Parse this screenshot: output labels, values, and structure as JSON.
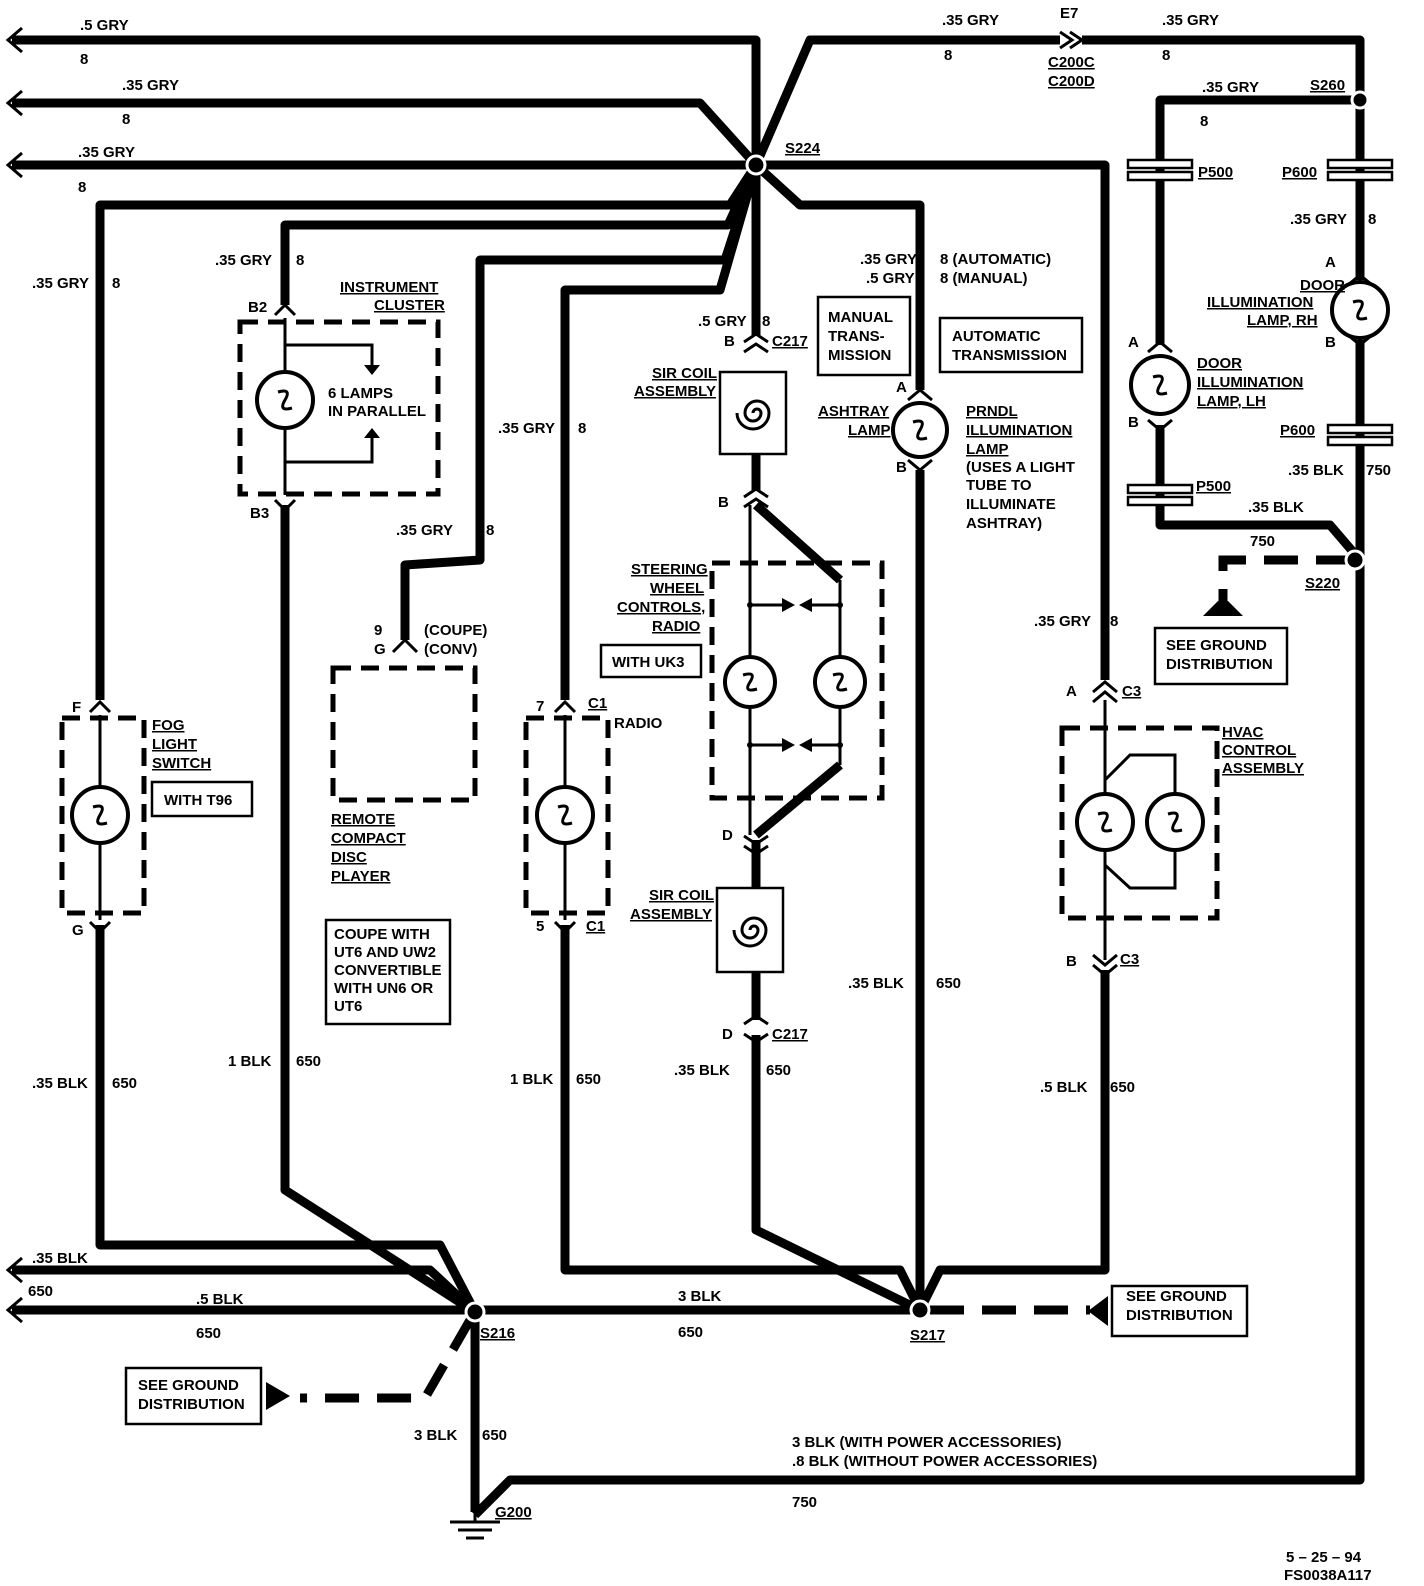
{
  "splices": {
    "s224": "S224",
    "s216": "S216",
    "s217": "S217",
    "s220": "S220",
    "s260": "S260",
    "g200": "G200"
  },
  "wires": {
    "top1_gauge": ".5 GRY",
    "top1_circuit": "8",
    "top2_gauge": ".35 GRY",
    "top2_circuit": "8",
    "top3_gauge": ".35 GRY",
    "top3_circuit": "8",
    "tr_left_gauge": ".35 GRY",
    "tr_left_circuit": "8",
    "tr_right_gauge": ".35 GRY",
    "tr_right_circuit": "8",
    "s260_left_gauge": ".35 GRY",
    "s260_left_circuit": "8",
    "p600_gauge": ".35 GRY",
    "p600_circuit": "8",
    "fog_gauge": ".35 GRY",
    "fog_circuit": "8",
    "cluster_gauge": ".35 GRY",
    "cluster_circuit": "8",
    "radio_gauge": ".35 GRY",
    "radio_circuit": "8",
    "cd_gauge": ".35  GRY",
    "cd_circuit": "8",
    "c217_gauge": ".5 GRY",
    "c217_circuit": "8",
    "prndl_gauge1": ".35 GRY",
    "prndl_circuit1": "8 (AUTOMATIC)",
    "prndl_gauge2": ".5 GRY",
    "prndl_circuit2": "8 (MANUAL)",
    "hvac_gauge": ".35 GRY",
    "hvac_circuit": "8",
    "rh_blk_gauge": ".35 BLK",
    "rh_blk_circuit": "750",
    "lh_blk_gauge": ".35 BLK",
    "lh_blk_circuit": "750",
    "fog_gnd_gauge": ".35 BLK",
    "fog_gnd_circuit": "650",
    "cluster_gnd_gauge": "1 BLK",
    "cluster_gnd_circuit": "650",
    "radio_gnd_gauge": "1 BLK",
    "radio_gnd_circuit": "650",
    "sir_gnd_gauge": ".35  BLK",
    "sir_gnd_circuit": "650",
    "prndl_gnd_gauge": ".35  BLK",
    "prndl_gnd_circuit": "650",
    "hvac_gnd_gauge": ".5 BLK",
    "hvac_gnd_circuit": "650",
    "left1_gauge": ".35 BLK",
    "left1_circuit": "650",
    "left2_gauge": ".5 BLK",
    "left2_circuit": "650",
    "mid_gauge": "3 BLK",
    "mid_circuit": "650",
    "g200_gauge": "3 BLK",
    "g200_circuit": "650",
    "bottom_line1": "3 BLK  (WITH POWER ACCESSORIES)",
    "bottom_line2": ".8 BLK  (WITHOUT POWER ACCESSORIES)",
    "bottom_circuit": "750"
  },
  "connectors": {
    "e7": "E7",
    "c200c": "C200C",
    "c200d": "C200D",
    "p500_top": "P500",
    "p500_bottom": "P500",
    "p600_top": "P600",
    "p600_bottom": "P600",
    "b2": "B2",
    "b3": "B3",
    "f": "F",
    "g": "G",
    "pin7": "7",
    "c1_top": "C1",
    "pin5": "5",
    "c1_bottom": "C1",
    "pin9": "9",
    "pinG": "G",
    "coupe": "(COUPE)",
    "conv": "(CONV)",
    "c217_top": "C217",
    "b_c217": "B",
    "b_sir": "B",
    "d_sir": "D",
    "d_c217": "D",
    "c217_bottom": "C217",
    "a_prndl": "A",
    "b_prndl": "B",
    "a_rh": "A",
    "b_rh": "B",
    "a_lh": "A",
    "b_lh": "B",
    "a_c3": "A",
    "c3_top": "C3",
    "b_c3": "B",
    "c3_bottom": "C3"
  },
  "components": {
    "instrument_cluster": [
      "INSTRUMENT",
      "CLUSTER"
    ],
    "lamps_parallel": [
      "6 LAMPS",
      "IN PARALLEL"
    ],
    "fog_switch": [
      "FOG",
      "LIGHT",
      "SWITCH"
    ],
    "with_t96": "WITH T96",
    "radio": "RADIO",
    "cd_player": [
      "REMOTE",
      "COMPACT",
      "DISC",
      "PLAYER"
    ],
    "coupe_note": [
      "COUPE  WITH",
      "UT6  AND  UW2",
      "CONVERTIBLE",
      "WITH  UN6  OR",
      "UT6"
    ],
    "sir_coil_top": [
      "SIR COIL",
      "ASSEMBLY"
    ],
    "sir_coil_bottom": [
      "SIR COIL",
      "ASSEMBLY"
    ],
    "steering_controls": [
      "STEERING",
      "WHEEL",
      "CONTROLS,",
      "RADIO"
    ],
    "with_uk3": "WITH UK3",
    "manual_trans": [
      "MANUAL",
      "TRANS-",
      "MISSION"
    ],
    "auto_trans": [
      "AUTOMATIC",
      "TRANSMISSION"
    ],
    "ashtray_lamp": [
      "ASHTRAY",
      "LAMP"
    ],
    "prndl_lamp": [
      "PRNDL",
      "ILLUMINATION",
      "LAMP",
      "(USES A LIGHT",
      "TUBE TO",
      "ILLUMINATE",
      "ASHTRAY)"
    ],
    "door_rh": [
      "DOOR",
      "ILLUMINATION",
      "LAMP, RH"
    ],
    "door_lh": [
      "DOOR",
      "ILLUMINATION",
      "LAMP, LH"
    ],
    "hvac": [
      "HVAC",
      "CONTROL",
      "ASSEMBLY"
    ],
    "see_ground_1": [
      "SEE GROUND",
      "DISTRIBUTION"
    ],
    "see_ground_2": [
      "SEE GROUND",
      "DISTRIBUTION"
    ],
    "see_ground_3": [
      "SEE GROUND",
      "DISTRIBUTION"
    ]
  },
  "footer": {
    "date": "5 – 25 – 94",
    "code": "FS0038A117"
  }
}
